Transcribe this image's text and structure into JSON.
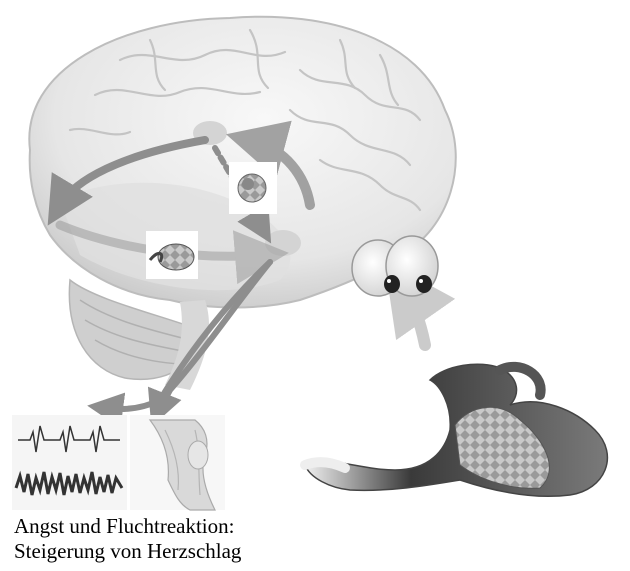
{
  "caption": {
    "line1": "Angst und Fluchtreaktion:",
    "line2": "Steigerung von Herzschlag"
  },
  "colors": {
    "brain": "#e9e9e9",
    "brain_shadow": "#c9c9c9",
    "cerebellum": "#cfcfcf",
    "nucleus": "#d6d6d6",
    "arrow": "#8e8e8e",
    "snake_dark": "#5a5a5a",
    "snake_light": "#cfcfcf"
  },
  "icons": [
    "brain-illustration",
    "eye-icon",
    "snake-icon",
    "ecg-chart",
    "leg-muscle-image"
  ]
}
